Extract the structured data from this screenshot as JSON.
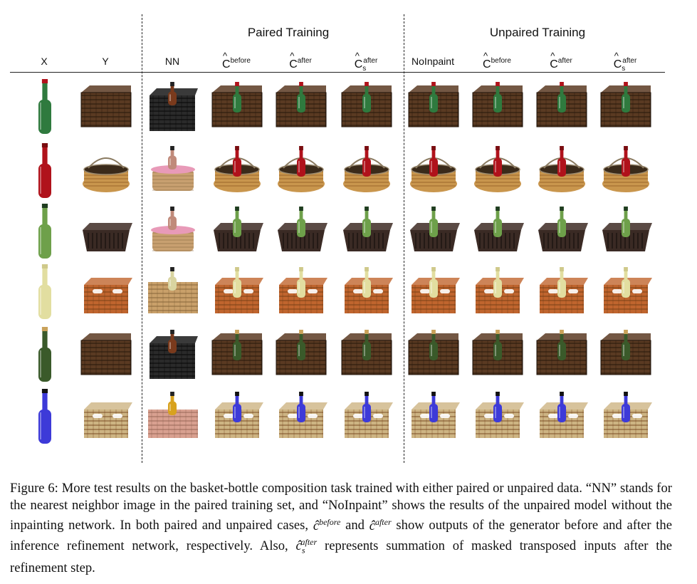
{
  "figure": {
    "group_titles": {
      "paired": "Paired Training",
      "unpaired": "Unpaired Training"
    },
    "column_labels": [
      {
        "base": "X"
      },
      {
        "base": "Y"
      },
      {
        "base": "NN"
      },
      {
        "base": "C",
        "hat": true,
        "sup": "before"
      },
      {
        "base": "C",
        "hat": true,
        "sup": "after"
      },
      {
        "base": "C",
        "hat": true,
        "sup": "after",
        "sub": "s"
      },
      {
        "base": "NoInpaint"
      },
      {
        "base": "C",
        "hat": true,
        "sup": "before"
      },
      {
        "base": "C",
        "hat": true,
        "sup": "after"
      },
      {
        "base": "C",
        "hat": true,
        "sup": "after",
        "sub": "s"
      }
    ],
    "rows": [
      {
        "bottle_color": "#2f7a3e",
        "cap_color": "#b0121b",
        "basket": "crate",
        "basket_color": "#5a3a22",
        "nn_basket": "black-cube",
        "nn_bottle": "#7a3a1c"
      },
      {
        "bottle_color": "#b0121b",
        "cap_color": "#7a0c10",
        "basket": "bowl",
        "basket_color": "#c9964d",
        "nn_basket": "pink-basket",
        "nn_bottle": "#c08a7a"
      },
      {
        "bottle_color": "#6ea04a",
        "cap_color": "#1f3d1f",
        "basket": "tray",
        "basket_color": "#3a2a24",
        "nn_basket": "pink-basket",
        "nn_bottle": "#c08a7a"
      },
      {
        "bottle_color": "#e2dea0",
        "cap_color": "#cfc98a",
        "basket": "tote",
        "basket_color": "#c0652e",
        "nn_basket": "tan-box",
        "nn_bottle": "#d9d4a0"
      },
      {
        "bottle_color": "#3a5a2a",
        "cap_color": "#c9a25a",
        "basket": "crate",
        "basket_color": "#5a3a22",
        "nn_basket": "black-cube",
        "nn_bottle": "#7a3a1c"
      },
      {
        "bottle_color": "#3d3ad8",
        "cap_color": "#111111",
        "basket": "tote",
        "basket_color": "#cdb483",
        "nn_basket": "pink-box",
        "nn_bottle": "#d8a21e"
      }
    ]
  },
  "caption": {
    "label": "Figure 6:",
    "part1": "More test results on the basket-bottle composition task trained with either paired or unpaired data. “NN” stands for the nearest neighbor image in the paired training set, and “NoInpaint” shows the results of the unpaired model without the inpainting network. In both paired and unpaired cases,",
    "c_before": "ĉ",
    "c_before_sup": "before",
    "and_word": "and",
    "c_after": "ĉ",
    "c_after_sup": "after",
    "part2": "show outputs of the generator before and after the inference refinement network, respectively. Also,",
    "c_s_after": "ĉ",
    "c_s_after_sub": "s",
    "c_s_after_sup": "after",
    "part3": "represents summation of masked transposed inputs after the refinement step."
  }
}
